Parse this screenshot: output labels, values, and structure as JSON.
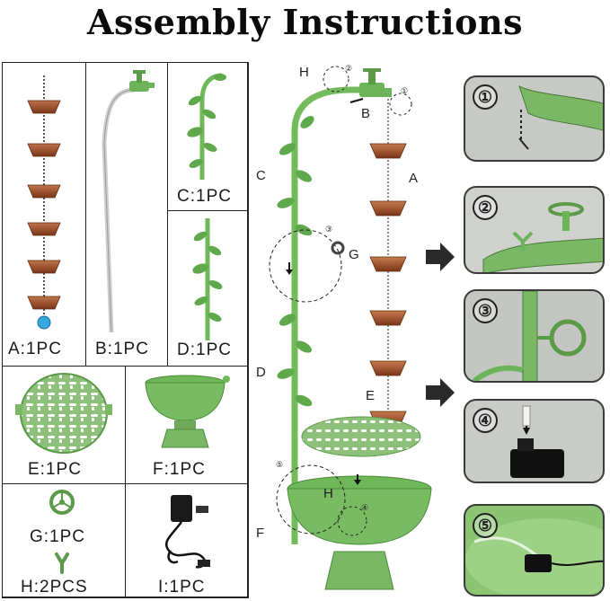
{
  "title": "Assembly Instructions",
  "parts": {
    "a": "A:1PC",
    "b": "B:1PC",
    "c": "C:1PC",
    "d": "D:1PC",
    "e": "E:1PC",
    "f": "F:1PC",
    "g": "G:1PC",
    "h": "H:2PCS",
    "i": "I:1PC"
  },
  "diagram": {
    "h": "H",
    "b": "B",
    "c": "C",
    "a": "A",
    "g": "G",
    "d": "D",
    "e": "E",
    "h2": "H",
    "f": "F",
    "n1": "①",
    "n2": "②",
    "n3": "③",
    "n4": "④",
    "n5": "⑤"
  },
  "steps": [
    "①",
    "②",
    "③",
    "④",
    "⑤"
  ],
  "colors": {
    "patina_green": "#7fbf6a",
    "copper": "#a8532c",
    "gray_bg": "#c9ccc6"
  }
}
